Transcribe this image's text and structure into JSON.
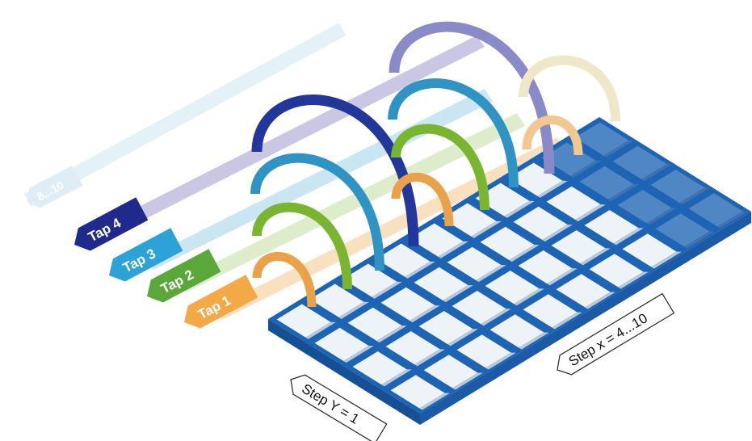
{
  "taps": [
    {
      "label": "Tap 1",
      "color": "#f4b45c"
    },
    {
      "label": "Tap 2",
      "color": "#6bb43a"
    },
    {
      "label": "Tap 3",
      "color": "#2da2d6"
    },
    {
      "label": "Tap 4",
      "color": "#1f2a8c"
    },
    {
      "label": "8...10",
      "color": "#d8ecf5"
    }
  ],
  "step_y_label": "Step Y = 1",
  "step_x_label": "Step x = 4...10",
  "colors": {
    "board": "#1e64b4",
    "board_dark": "#154f94",
    "cell": "#eef3f7",
    "cell_faded": "#4f86c4",
    "arc_tap4": "#23379a",
    "arc_tap3": "#2f93c4",
    "arc_tap2": "#7ab532",
    "arc_tap1": "#e9a24a",
    "arc_faded_purple": "#8a8ac8",
    "arc_faded_cyan": "#7cc3df",
    "arc_faded_green": "#c8e0a4",
    "arc_faded_yellow": "#eee8c8",
    "arc_faded_orange": "#f2c890"
  }
}
